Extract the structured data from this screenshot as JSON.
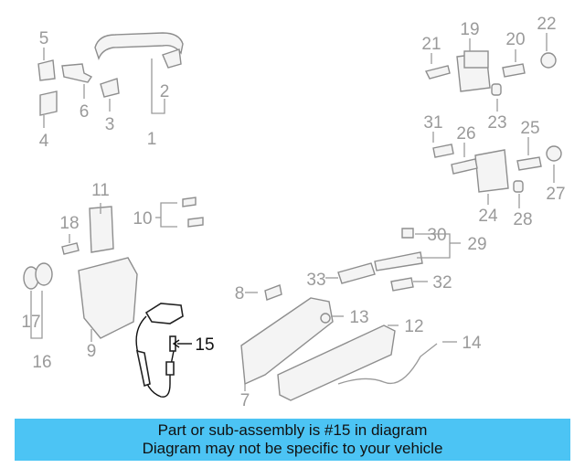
{
  "callouts": [
    {
      "id": "c1",
      "label": "1"
    },
    {
      "id": "c2",
      "label": "2"
    },
    {
      "id": "c3",
      "label": "3"
    },
    {
      "id": "c4",
      "label": "4"
    },
    {
      "id": "c5",
      "label": "5"
    },
    {
      "id": "c6",
      "label": "6"
    },
    {
      "id": "c7",
      "label": "7"
    },
    {
      "id": "c8",
      "label": "8"
    },
    {
      "id": "c9",
      "label": "9"
    },
    {
      "id": "c10",
      "label": "10"
    },
    {
      "id": "c11",
      "label": "11"
    },
    {
      "id": "c12",
      "label": "12"
    },
    {
      "id": "c13",
      "label": "13"
    },
    {
      "id": "c14",
      "label": "14"
    },
    {
      "id": "c15",
      "label": "15"
    },
    {
      "id": "c16",
      "label": "16"
    },
    {
      "id": "c17",
      "label": "17"
    },
    {
      "id": "c18",
      "label": "18"
    },
    {
      "id": "c19",
      "label": "19"
    },
    {
      "id": "c20",
      "label": "20"
    },
    {
      "id": "c21",
      "label": "21"
    },
    {
      "id": "c22",
      "label": "22"
    },
    {
      "id": "c23",
      "label": "23"
    },
    {
      "id": "c24",
      "label": "24"
    },
    {
      "id": "c25",
      "label": "25"
    },
    {
      "id": "c26",
      "label": "26"
    },
    {
      "id": "c27",
      "label": "27"
    },
    {
      "id": "c28",
      "label": "28"
    },
    {
      "id": "c29",
      "label": "29"
    },
    {
      "id": "c30",
      "label": "30"
    },
    {
      "id": "c31",
      "label": "31"
    },
    {
      "id": "c32",
      "label": "32"
    },
    {
      "id": "c33",
      "label": "33"
    }
  ],
  "highlighted_part": "15",
  "banner": {
    "line1": "Part or sub-assembly is #15 in diagram",
    "line2": "Diagram may not be specific to your vehicle"
  },
  "colors": {
    "banner": "#4cc4f4",
    "callout_gray": "#9a9a9a",
    "highlight": "#111111"
  }
}
